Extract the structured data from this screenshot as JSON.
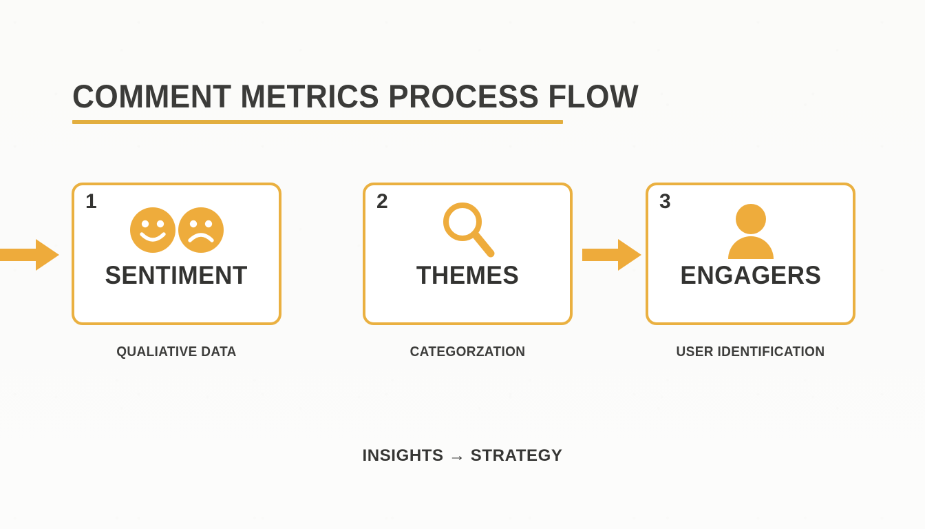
{
  "slide": {
    "title": "COMMENT METRICS PROCESS FLOW",
    "background_color": "#fbfbfa",
    "accent_color": "#eab040",
    "rule_color": "#e2ae3f",
    "text_color": "#3b3b39",
    "footer": "INSIGHTS → STRATEGY"
  },
  "steps": [
    {
      "number": "1",
      "label": "SENTIMENT",
      "caption": "QUALIATIVE DATA",
      "icon": "happy-sad-faces-icon"
    },
    {
      "number": "2",
      "label": "THEMES",
      "caption": "CATEGORZATION",
      "icon": "magnifying-glass-icon"
    },
    {
      "number": "3",
      "label": "ENGAGERS",
      "caption": "USER IDENTIFICATION",
      "icon": "person-icon"
    }
  ],
  "connectors": [
    {
      "icon": "arrow-right-icon"
    },
    {
      "icon": "arrow-right-icon"
    }
  ]
}
